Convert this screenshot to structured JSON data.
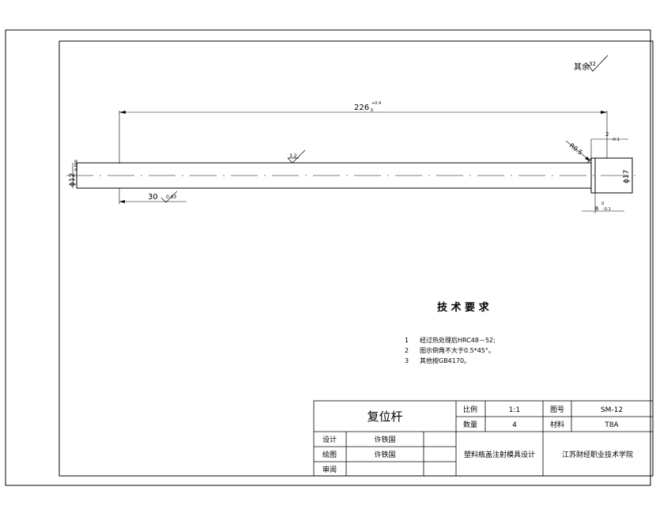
{
  "roughness": {
    "other_label": "其余",
    "other_value": "32",
    "body_value": "3.2",
    "end_value": "0.63"
  },
  "dimensions": {
    "total_length": "226",
    "total_length_tol": "+0.4",
    "total_length_tol_low": "0",
    "rod_dia": "ϕ12",
    "rod_dia_tol": "-0.006",
    "chamfer_r": "R0.5",
    "head_thick": "2",
    "head_thick_tol": "-0.1",
    "head_dia": "ϕ17",
    "head_offset": "6",
    "head_offset_tol": "0",
    "head_offset_tol_low": "-0.1",
    "end_len": "30"
  },
  "tech_req": {
    "title": "技 术 要 求",
    "items": [
      {
        "num": "1",
        "text": "经过热处理后HRC48－52;"
      },
      {
        "num": "2",
        "text": "图示倒角不大于0.5*45°。"
      },
      {
        "num": "3",
        "text": "其他按GB4170。"
      }
    ]
  },
  "title_block": {
    "part_name": "复位杆",
    "scale_label": "比例",
    "scale_value": "1:1",
    "drawing_no_label": "图号",
    "drawing_no_value": "SM-12",
    "qty_label": "数量",
    "qty_value": "4",
    "material_label": "材料",
    "material_value": "T8A",
    "design_label": "设计",
    "design_name": "许铁国",
    "draw_label": "绘图",
    "draw_name": "许铁国",
    "review_label": "审阅",
    "project": "塑料瓶盖注射模具设计",
    "school": "江苏财经职业技术学院"
  }
}
